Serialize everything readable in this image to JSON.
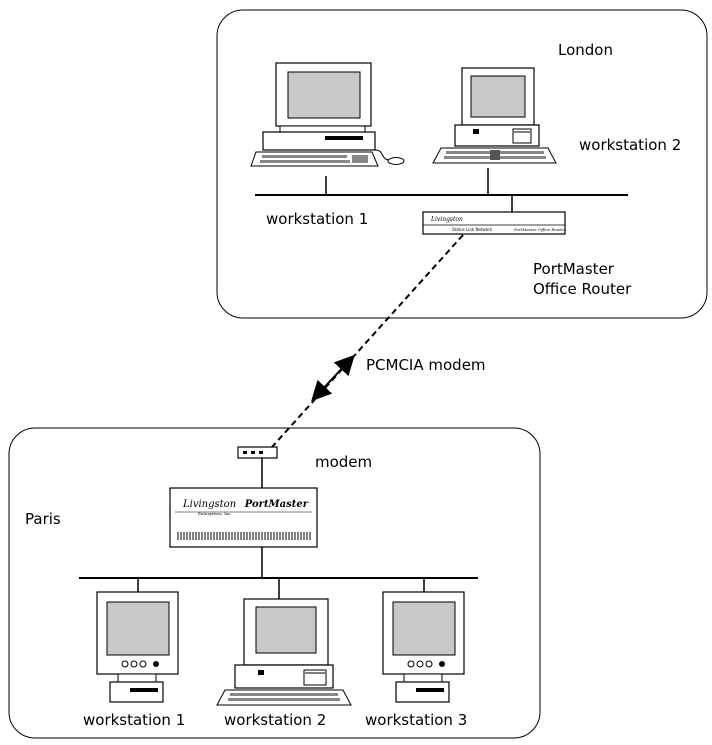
{
  "sites": {
    "london": {
      "name": "London",
      "workstation_1": "workstation 1",
      "workstation_2": "workstation 2",
      "router_label": "PortMaster\nOffice Router",
      "router_brand": "Livingston",
      "router_panel_left": "Status Link Network",
      "router_panel_right": "PortMaster Office Router"
    },
    "paris": {
      "name": "Paris",
      "modem_label": "modem",
      "portmaster_brand": "Livingston",
      "portmaster_sub": "Enterprises, Inc.",
      "portmaster_name": "PortMaster",
      "workstation_1": "workstation 1",
      "workstation_2": "workstation 2",
      "workstation_3": "workstation 3"
    }
  },
  "link": {
    "label": "PCMCIA modem"
  },
  "colors": {
    "line": "#000000",
    "screen": "#c8c8c8",
    "box": "#ffffff"
  }
}
